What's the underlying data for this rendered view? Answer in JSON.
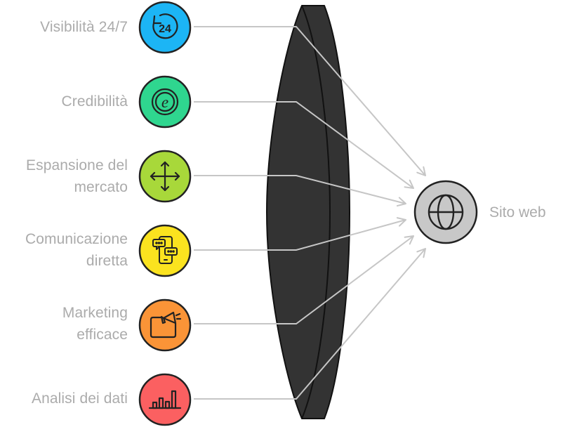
{
  "target": {
    "label": "Sito web",
    "icon": "globe-icon",
    "color": "#c8c8c8"
  },
  "lens": {
    "color": "#333333"
  },
  "connector_color": "#c6c6c6",
  "label_color": "#ababab",
  "items": [
    {
      "lines": [
        "Visibilità 24/7"
      ],
      "icon": "clock-24-icon",
      "color": "#1cb5f5"
    },
    {
      "lines": [
        "Credibilità"
      ],
      "icon": "credibility-e-icon",
      "color": "#2fd68f"
    },
    {
      "lines": [
        "Espansione del",
        "mercato"
      ],
      "icon": "move-arrows-icon",
      "color": "#a8d83a"
    },
    {
      "lines": [
        "Comunicazione",
        "diretta"
      ],
      "icon": "phone-chat-icon",
      "color": "#fbe31f"
    },
    {
      "lines": [
        "Marketing",
        "efficace"
      ],
      "icon": "megaphone-icon",
      "color": "#fa9437"
    },
    {
      "lines": [
        "Analisi dei dati"
      ],
      "icon": "bar-chart-icon",
      "color": "#fb6061"
    }
  ]
}
